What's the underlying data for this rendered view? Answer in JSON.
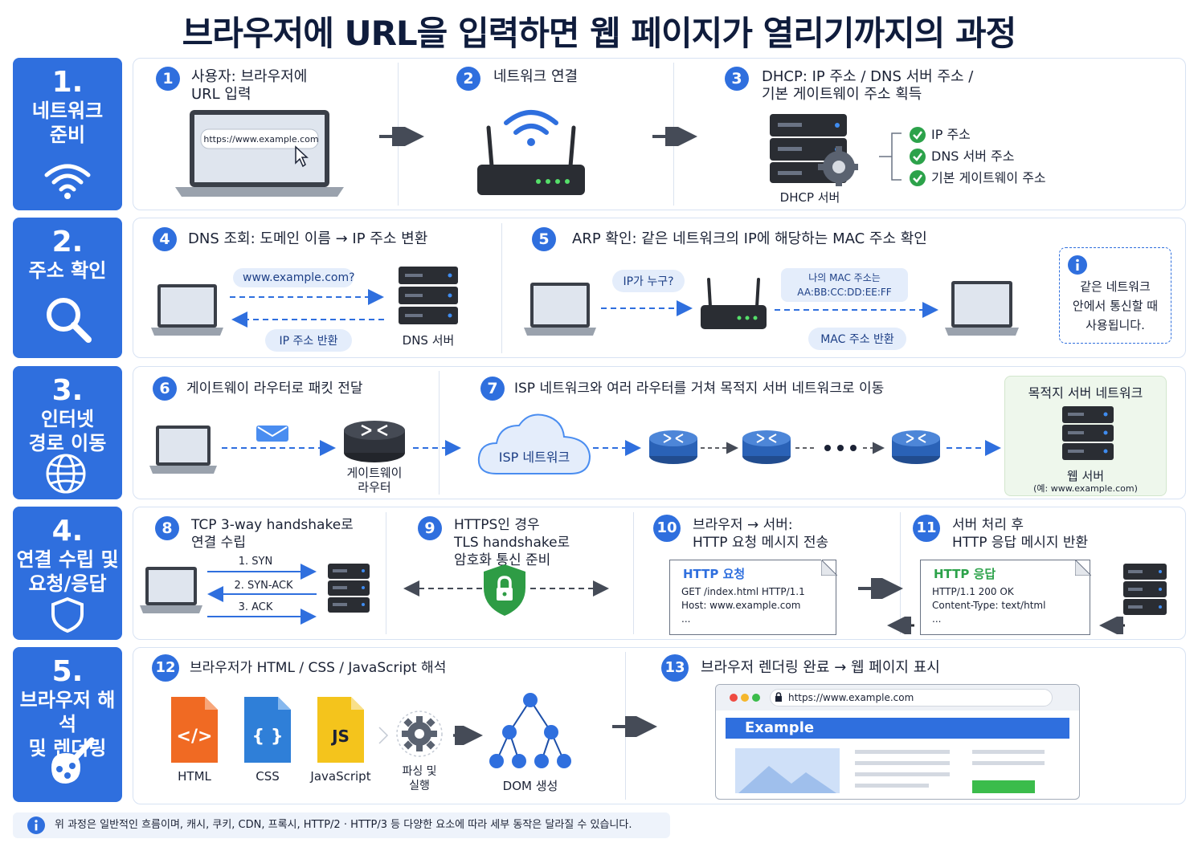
{
  "title": "브라우저에 URL을 입력하면 웹 페이지가 열리기까지의 과정",
  "sections": [
    {
      "num": "1.",
      "label_lines": [
        "네트워크",
        "준비"
      ],
      "icon": "wifi-icon"
    },
    {
      "num": "2.",
      "label_lines": [
        "주소 확인"
      ],
      "icon": "search-icon"
    },
    {
      "num": "3.",
      "label_lines": [
        "인터넷",
        "경로 이동"
      ],
      "icon": "globe-icon"
    },
    {
      "num": "4.",
      "label_lines": [
        "연결 수립 및",
        "요청/응답"
      ],
      "icon": "shield-icon"
    },
    {
      "num": "5.",
      "label_lines": [
        "브라우저 해석",
        "및 렌더링"
      ],
      "icon": "paint-icon"
    }
  ],
  "steps": [
    {
      "num": "1",
      "lines": [
        "사용자: 브라우저에",
        "URL 입력"
      ]
    },
    {
      "num": "2",
      "lines": [
        "네트워크 연결"
      ]
    },
    {
      "num": "3",
      "lines": [
        "DHCP: IP 주소 / DNS 서버 주소 /",
        "기본 게이트웨이 주소 획득"
      ]
    },
    {
      "num": "4",
      "lines": [
        "DNS 조회: 도메인 이름 → IP 주소 변환"
      ]
    },
    {
      "num": "5",
      "lines": [
        "ARP 확인: 같은 네트워크의 IP에 해당하는 MAC 주소 확인"
      ]
    },
    {
      "num": "6",
      "lines": [
        "게이트웨이 라우터로 패킷 전달"
      ]
    },
    {
      "num": "7",
      "lines": [
        "ISP 네트워크와 여러 라우터를 거쳐 목적지 서버 네트워크로 이동"
      ]
    },
    {
      "num": "8",
      "lines": [
        "TCP 3-way handshake로",
        "연결 수립"
      ]
    },
    {
      "num": "9",
      "lines": [
        "HTTPS인 경우",
        "TLS handshake로",
        "암호화 통신 준비"
      ]
    },
    {
      "num": "10",
      "lines": [
        "브라우저 → 서버:",
        "HTTP 요청 메시지 전송"
      ]
    },
    {
      "num": "11",
      "lines": [
        "서버 처리 후",
        "HTTP 응답 메시지 반환"
      ]
    },
    {
      "num": "12",
      "lines": [
        "브라우저가 HTML / CSS / JavaScript 해석"
      ]
    },
    {
      "num": "13",
      "lines": [
        "브라우저 렌더링 완료 → 웹 페이지 표시"
      ]
    }
  ],
  "s1": {
    "url_text": "https://www.example.com",
    "dhcp_label": "DHCP 서버",
    "checks": [
      "IP 주소",
      "DNS 서버 주소",
      "기본 게이트웨이 주소"
    ]
  },
  "s2": {
    "dns_query": "www.example.com?",
    "dns_reply": "IP 주소 반환",
    "dns_server": "DNS 서버",
    "arp_query": "IP가 누구?",
    "arp_mac_lines": [
      "나의 MAC 주소는",
      "AA:BB:CC:DD:EE:FF"
    ],
    "arp_reply": "MAC 주소 반환",
    "note_lines": [
      "같은 네트워크",
      "안에서 통신할 때",
      "사용됩니다."
    ]
  },
  "s3": {
    "gateway_lines": [
      "게이트웨이",
      "라우터"
    ],
    "isp_label": "ISP 네트워크",
    "dest_title": "목적지 서버 네트워크",
    "web_server": "웹 서버",
    "example": "(예: www.example.com)"
  },
  "s4": {
    "handshake": [
      "1. SYN",
      "2. SYN-ACK",
      "3. ACK"
    ],
    "request": {
      "title": "HTTP 요청",
      "lines": [
        "GET /index.html HTTP/1.1",
        "Host: www.example.com",
        "..."
      ]
    },
    "response": {
      "title": "HTTP 응답",
      "lines": [
        "HTTP/1.1 200 OK",
        "Content-Type: text/html",
        "..."
      ]
    }
  },
  "s5": {
    "files": [
      {
        "label": "HTML",
        "glyph": "</>",
        "color": "#f06a23"
      },
      {
        "label": "CSS",
        "glyph": "{ }",
        "color": "#2f7fd8"
      },
      {
        "label": "JavaScript",
        "glyph": "JS",
        "color": "#f4c41c"
      }
    ],
    "parse_lines": [
      "파싱 및",
      "실행"
    ],
    "dom_label": "DOM 생성",
    "browser_url": "https://www.example.com",
    "page_title": "Example"
  },
  "footer": "위 과정은 일반적인 흐름이며, 캐시, 쿠키, CDN, 프록시, HTTP/2 · HTTP/3 등 다양한 요소에 따라 세부 동작은 달라질 수 있습니다.",
  "colors": {
    "primary": "#2f6fde",
    "check": "#2ca24a",
    "request": "#2f6fde",
    "response": "#2ca24a",
    "shield": "#2e9c45",
    "dest_bg": "#eef7ec"
  }
}
